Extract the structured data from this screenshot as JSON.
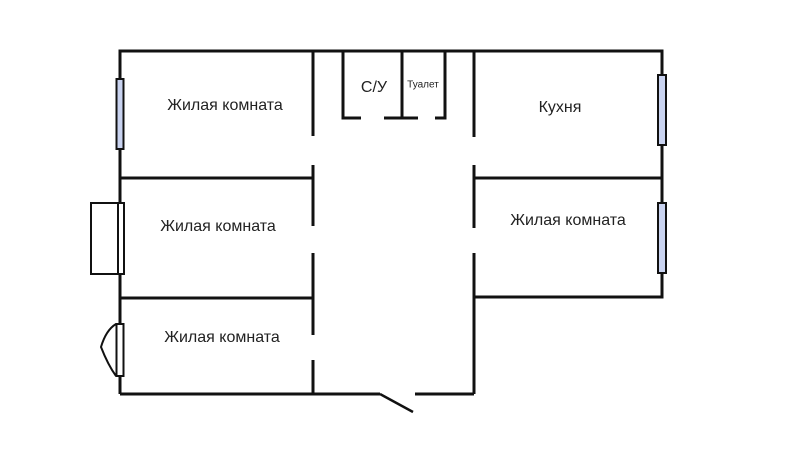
{
  "rooms": {
    "living_room_top_left": "Жилая комната",
    "living_room_middle_left": "Жилая комната",
    "living_room_bottom_left": "Жилая комната",
    "kitchen": "Кухня",
    "living_room_right": "Жилая комната",
    "bathroom": "С/У",
    "toilet": "Туалет"
  },
  "colors": {
    "wall": "#111111",
    "window": "#c9d3f0"
  }
}
